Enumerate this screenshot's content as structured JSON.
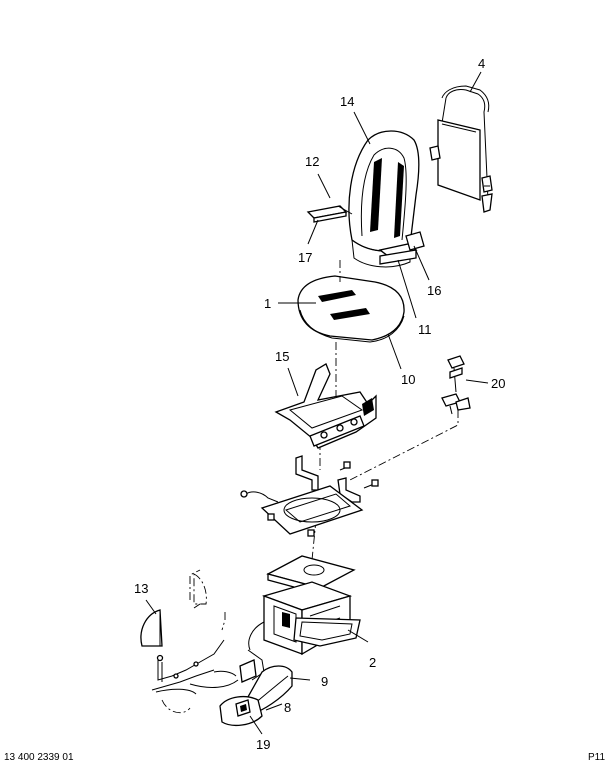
{
  "callouts": {
    "c1": "1",
    "c2": "2",
    "c4": "4",
    "c8": "8",
    "c9": "9",
    "c10": "10",
    "c11": "11",
    "c12": "12",
    "c13": "13",
    "c14": "14",
    "c15": "15",
    "c16": "16",
    "c17": "17",
    "c19": "19",
    "c20": "20"
  },
  "footer": {
    "left": "13 400 2339 01",
    "right": "P11"
  }
}
